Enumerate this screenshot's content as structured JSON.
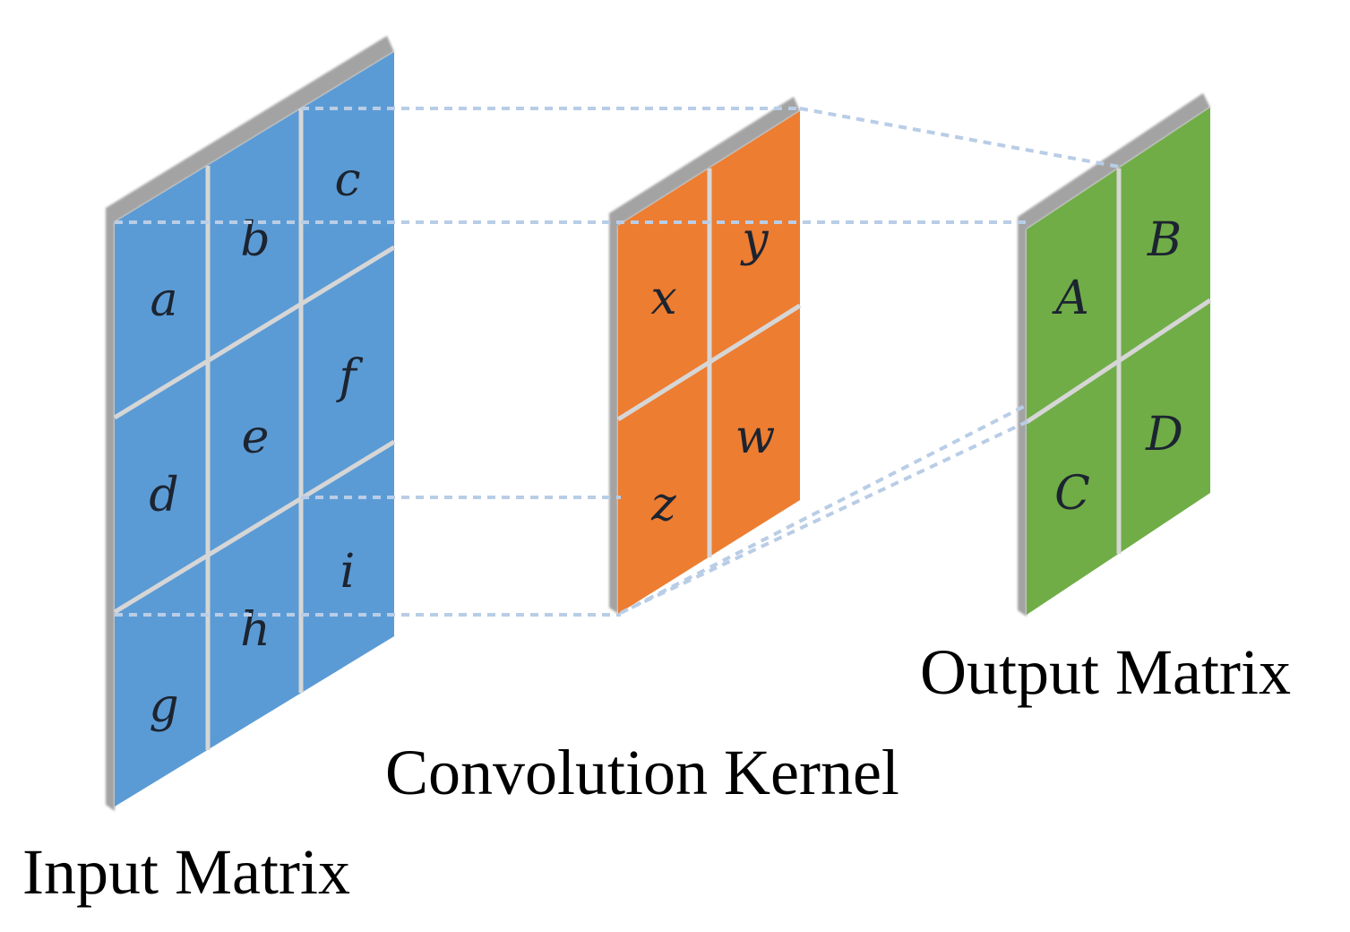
{
  "colors": {
    "input_fill": "#5b9bd5",
    "kernel_fill": "#ed7d31",
    "output_fill": "#70ad47",
    "guide_line": "#b9cde6",
    "edge_shadow": "#9e9e9e"
  },
  "input_matrix": {
    "label": "Input Matrix",
    "cells": [
      [
        "a",
        "b",
        "c"
      ],
      [
        "d",
        "e",
        "f"
      ],
      [
        "g",
        "h",
        "i"
      ]
    ]
  },
  "kernel": {
    "label": "Convolution Kernel",
    "cells": [
      [
        "x",
        "y"
      ],
      [
        "z",
        "w"
      ]
    ]
  },
  "output_matrix": {
    "label": "Output Matrix",
    "cells": [
      [
        "A",
        "B"
      ],
      [
        "C",
        "D"
      ]
    ]
  }
}
